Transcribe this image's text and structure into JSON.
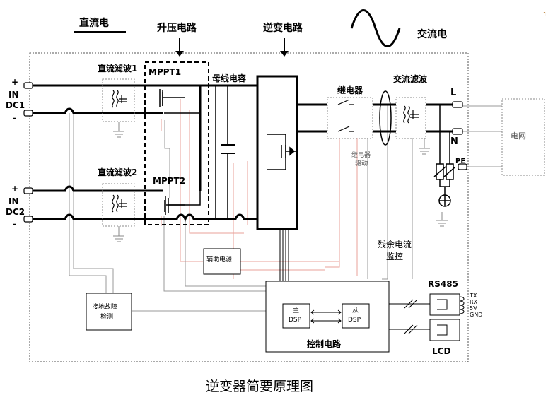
{
  "header": {
    "dc_title": "直流电",
    "boost_title": "升压电路",
    "inverter_title": "逆变电路",
    "ac_title": "交流电",
    "corner_mark": "1"
  },
  "dc_inputs": {
    "dc1_plus": "+",
    "dc1_in": "IN",
    "dc1_name": "DC1",
    "dc1_minus": "-",
    "dc2_plus": "+",
    "dc2_in": "IN",
    "dc2_name": "DC2",
    "dc2_minus": "-"
  },
  "blocks": {
    "dc_filter1": "直流滤波1",
    "dc_filter2": "直流滤波2",
    "mppt1": "MPPT1",
    "mppt2": "MPPT2",
    "bus_cap": "母线电容",
    "relay": "继电器",
    "relay_drive_1": "继电器",
    "relay_drive_2": "驱动",
    "ac_filter": "交流滤波",
    "grid": "电网",
    "aux_power": "辅助电源",
    "ground_fault_1": "接地故障",
    "ground_fault_2": "检测",
    "residual_1": "残余电流",
    "residual_2": "监控",
    "master_1": "主",
    "master_2": "DSP",
    "slave_1": "从",
    "slave_2": "DSP",
    "control": "控制电路",
    "rs485": "RS485",
    "lcd": "LCD"
  },
  "terminals": {
    "L": "L",
    "N": "N",
    "PE": "PE"
  },
  "rs485_pins": [
    "TX",
    "RX",
    "5V",
    "GND"
  ],
  "caption": "逆变器简要原理图",
  "colors": {
    "bus_line": "#000000",
    "signal_line": "#e8a29a",
    "control_line": "#999999",
    "dashed_box": "#555555"
  }
}
